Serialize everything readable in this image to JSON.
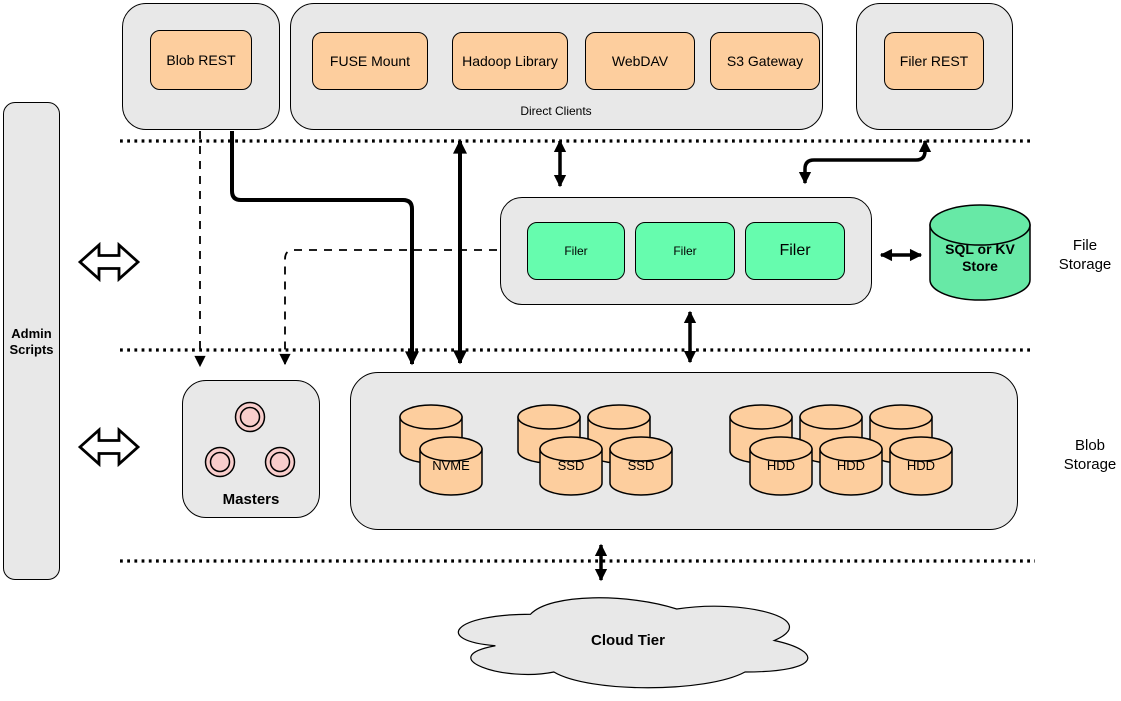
{
  "colors": {
    "container-fill": "#e8e8e8",
    "container-stroke": "#000000",
    "orange-fill": "#fdce9e",
    "green-fill": "#66fcae",
    "green-cyl-fill": "#67e9a6",
    "pink-fill": "#f8cecc",
    "line-color": "#000000"
  },
  "admin": {
    "label": "Admin Scripts"
  },
  "top_row": {
    "blob_rest": {
      "label": "Blob REST"
    },
    "direct_clients": {
      "label": "Direct Clients",
      "items": [
        {
          "label": "FUSE Mount"
        },
        {
          "label": "Hadoop Library"
        },
        {
          "label": "WebDAV"
        },
        {
          "label": "S3 Gateway"
        }
      ]
    },
    "filer_rest": {
      "label": "Filer REST"
    }
  },
  "file_storage": {
    "section_label": "File Storage",
    "filers": [
      {
        "label": "Filer"
      },
      {
        "label": "Filer"
      },
      {
        "label": "Filer"
      }
    ],
    "metadata_store": {
      "label": "SQL or KV Store"
    }
  },
  "blob_storage": {
    "section_label": "Blob Storage",
    "masters": {
      "label": "Masters"
    },
    "disks": [
      {
        "label": "NVME"
      },
      {
        "label": "SSD"
      },
      {
        "label": "SSD"
      },
      {
        "label": "HDD"
      },
      {
        "label": "HDD"
      },
      {
        "label": "HDD"
      }
    ]
  },
  "cloud": {
    "label": "Cloud Tier"
  }
}
